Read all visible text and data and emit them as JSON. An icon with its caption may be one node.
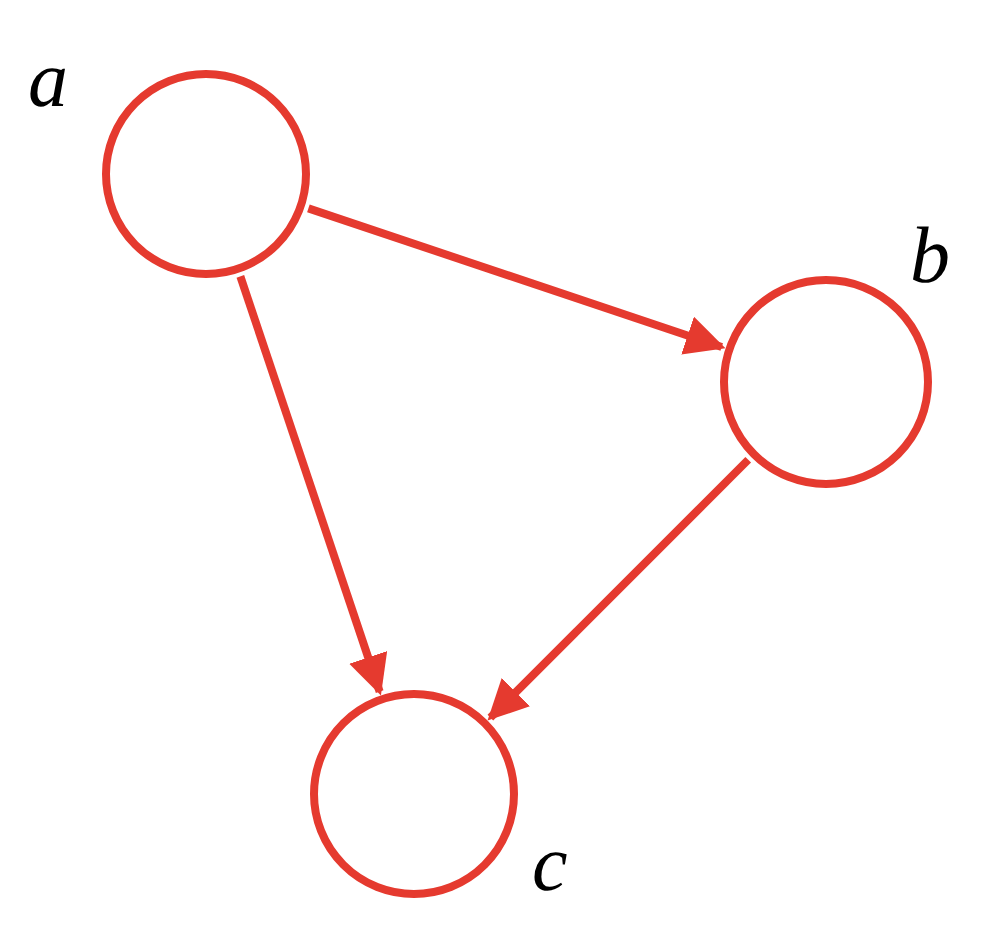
{
  "diagram": {
    "nodes": [
      {
        "text": [],
        "shape": "circle",
        "beside": [
          "a"
        ]
      },
      {
        "text": [],
        "shape": "circle",
        "beside": [
          "b"
        ]
      },
      {
        "text": [],
        "shape": "circle",
        "beside": [
          "c"
        ]
      }
    ],
    "edges": [
      {
        "from": 0,
        "to": 1,
        "arrow": "to"
      },
      {
        "from": 0,
        "to": 2,
        "arrow": "to"
      },
      {
        "from": 1,
        "to": 2,
        "arrow": "to"
      }
    ]
  }
}
